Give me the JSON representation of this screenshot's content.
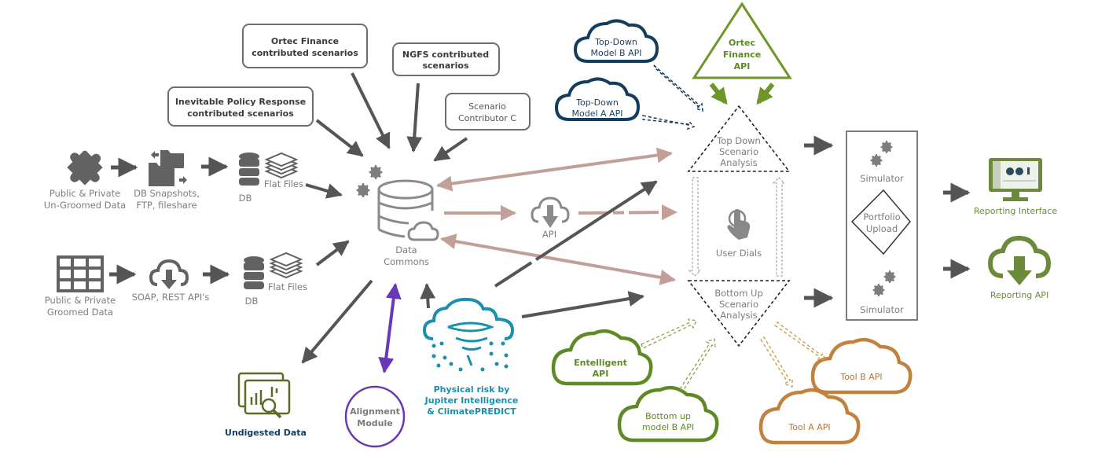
{
  "colors": {
    "gray_arrow": "#555555",
    "pink_arrow": "#c29f97",
    "navy": "#133d5c",
    "green": "#5e8a25",
    "lime": "#79a02c",
    "orange": "#c2823f",
    "teal": "#1a8fae",
    "purple": "#6a37b6",
    "icon_gray": "#626262"
  },
  "sources": {
    "ungroomed": {
      "line1": "Public & Private",
      "line2": "Un-Groomed Data",
      "icon": "puzzle-icon"
    },
    "snapshots": {
      "line1": "DB Snapshots,",
      "line2": "FTP, fileshare",
      "icon": "folders-icon"
    },
    "db1": {
      "label": "DB",
      "files": "Flat Files"
    },
    "groomed": {
      "line1": "Public & Private",
      "line2": "Groomed Data",
      "icon": "grid-table-icon"
    },
    "soap": {
      "label": "SOAP, REST API's",
      "icon": "cloud-download-icon"
    },
    "db2": {
      "label": "DB",
      "files": "Flat Files"
    }
  },
  "contributors": {
    "ortec": {
      "line1": "Ortec Finance",
      "line2": "contributed scenarios"
    },
    "ngfs": {
      "line1": "NGFS contributed",
      "line2": "scenarios"
    },
    "ipr": {
      "line1": "Inevitable Policy Response",
      "line2": "contributed scenarios"
    },
    "c": {
      "line1": "Scenario",
      "line2": "Contributor C"
    }
  },
  "data_commons": {
    "line1": "Data",
    "line2": "Commons"
  },
  "api": {
    "label": "API"
  },
  "undigested": {
    "label": "Undigested Data"
  },
  "alignment": {
    "line1": "Alignment",
    "line2": "Module"
  },
  "physical_risk": {
    "line1": "Physical risk by",
    "line2": "Jupiter Intelligence",
    "line3": "& ClimatePREDICT"
  },
  "top_down_clouds": {
    "b": {
      "line1": "Top-Down",
      "line2": "Model B API"
    },
    "a": {
      "line1": "Top-Down",
      "line2": "Model A API"
    }
  },
  "ortec_api": {
    "line1": "Ortec",
    "line2": "Finance",
    "line3": "API"
  },
  "top_down": {
    "line1": "Top Down",
    "line2": "Scenario",
    "line3": "Analysis"
  },
  "user_dials": {
    "label": "User Dials"
  },
  "bottom_up": {
    "line1": "Bottom Up",
    "line2": "Scenario",
    "line3": "Analysis"
  },
  "bottom_clouds": {
    "entelligent": {
      "line1": "Entelligent",
      "line2": "API"
    },
    "bottom_b": {
      "line1": "Bottom up",
      "line2": "model B API"
    },
    "tool_a": {
      "label": "Tool A API"
    },
    "tool_b": {
      "label": "Tool B API"
    }
  },
  "simulator_panel": {
    "sim1": "Simulator",
    "portfolio": {
      "line1": "Portfolio",
      "line2": "Upload"
    },
    "sim2": "Simulator"
  },
  "outputs": {
    "reporting_interface": "Reporting Interface",
    "reporting_api": "Reporting API"
  }
}
